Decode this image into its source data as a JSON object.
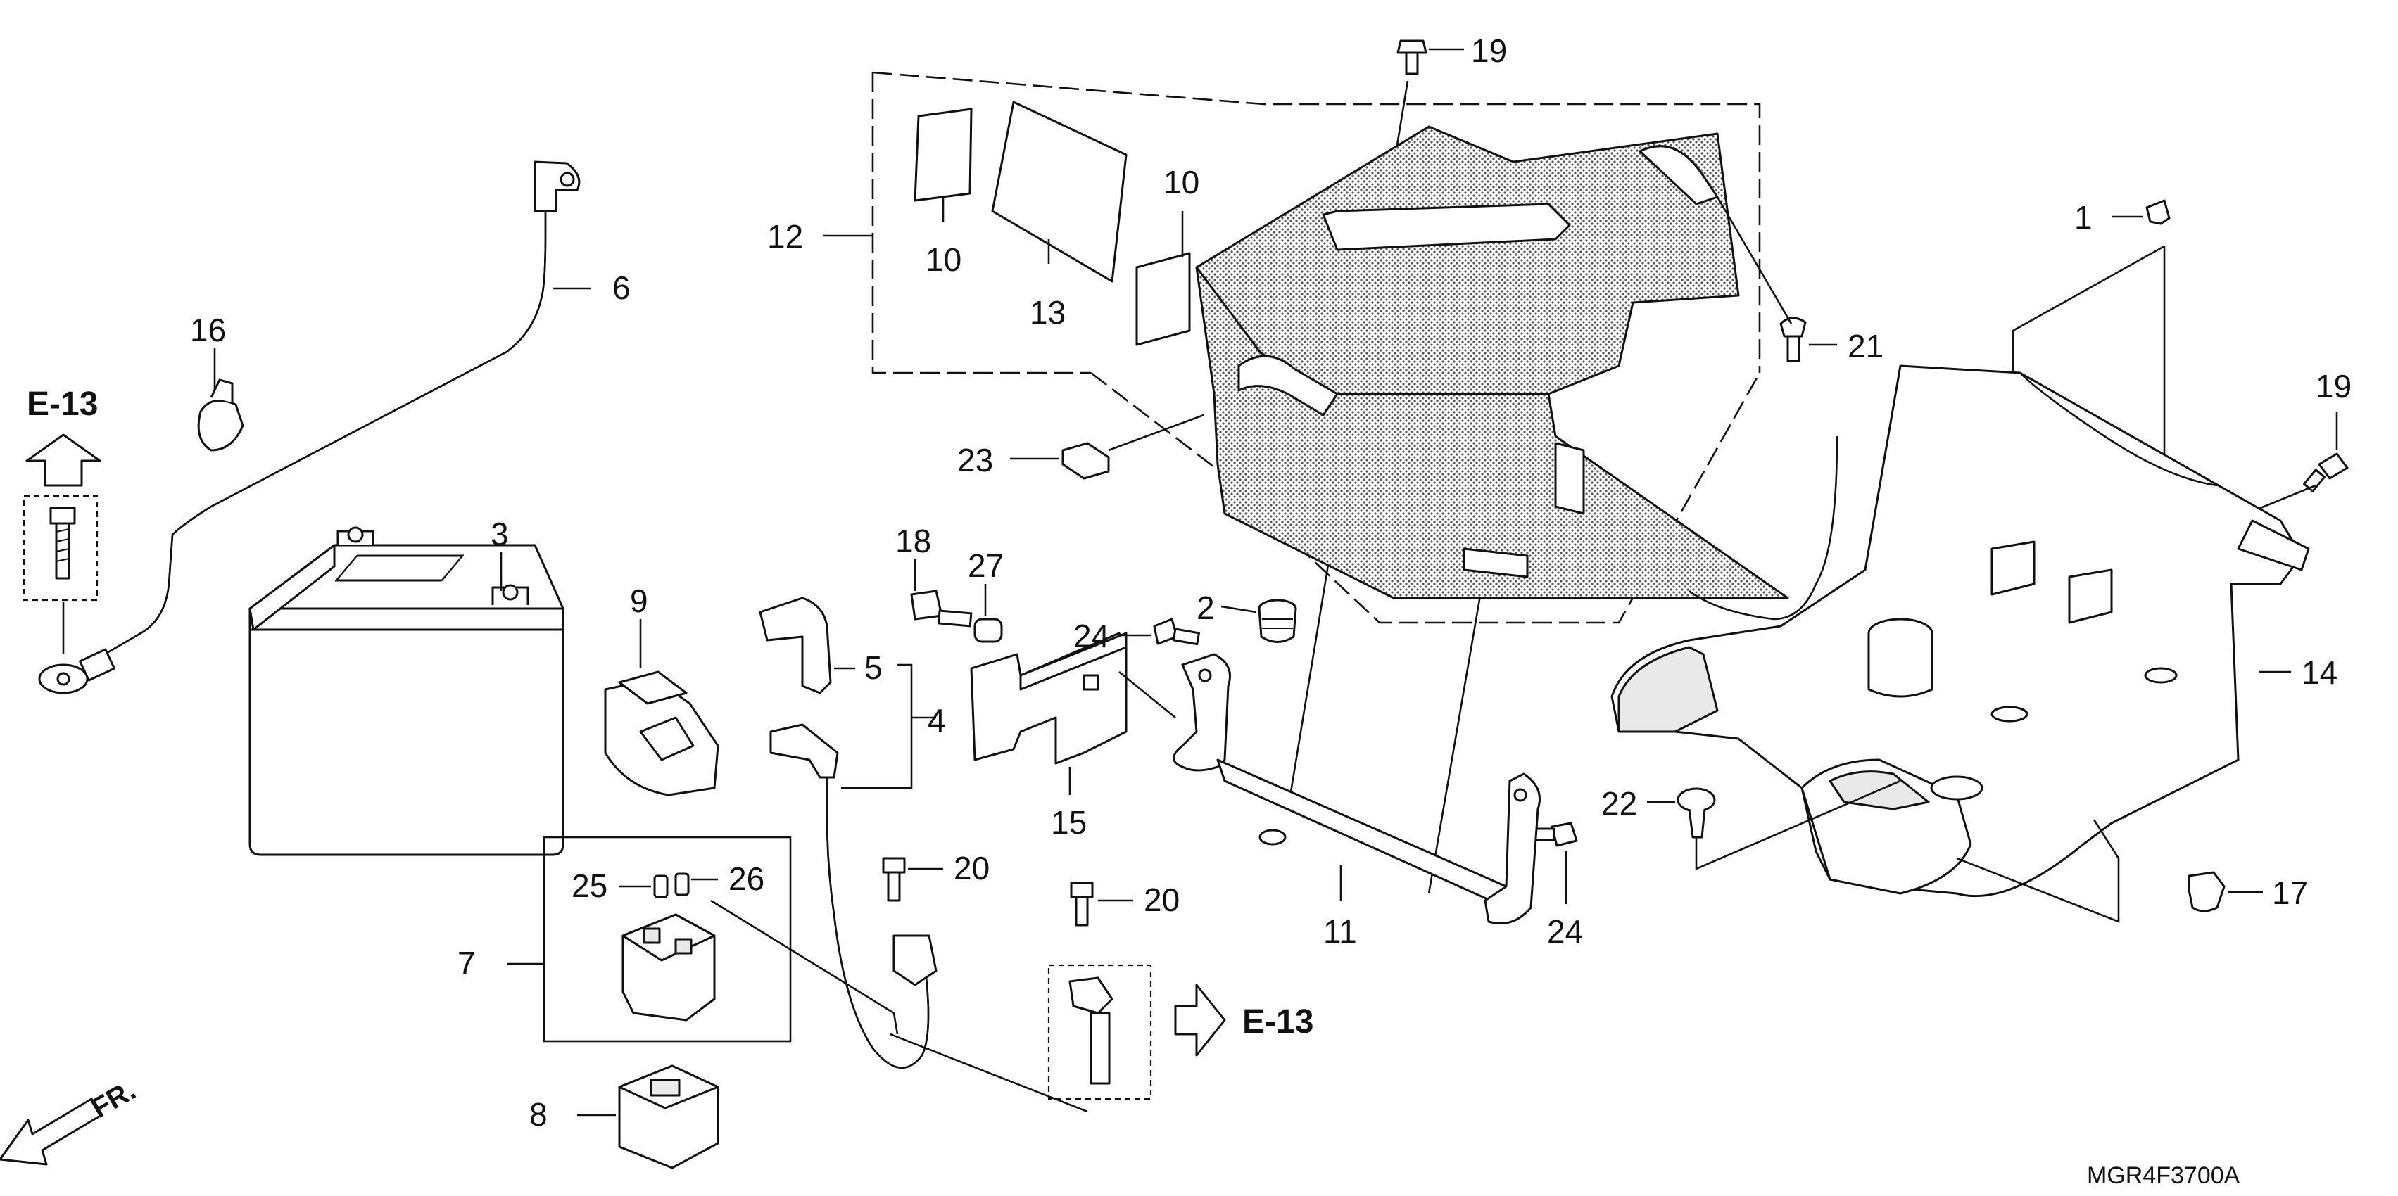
{
  "diagram": {
    "callouts": {
      "c1": "1",
      "c2": "2",
      "c3": "3",
      "c4": "4",
      "c5": "5",
      "c6": "6",
      "c7": "7",
      "c8": "8",
      "c9": "9",
      "c10a": "10",
      "c10b": "10",
      "c11": "11",
      "c12": "12",
      "c13": "13",
      "c14": "14",
      "c15": "15",
      "c16": "16",
      "c17": "17",
      "c18": "18",
      "c19a": "19",
      "c19b": "19",
      "c20a": "20",
      "c20b": "20",
      "c21": "21",
      "c22": "22",
      "c23": "23",
      "c24a": "24",
      "c24b": "24",
      "c25": "25",
      "c26": "26",
      "c27": "27"
    },
    "ref_left": "E-13",
    "ref_bottom": "E-13",
    "front_label": "FR.",
    "figure_code": "MGR4F3700A"
  }
}
